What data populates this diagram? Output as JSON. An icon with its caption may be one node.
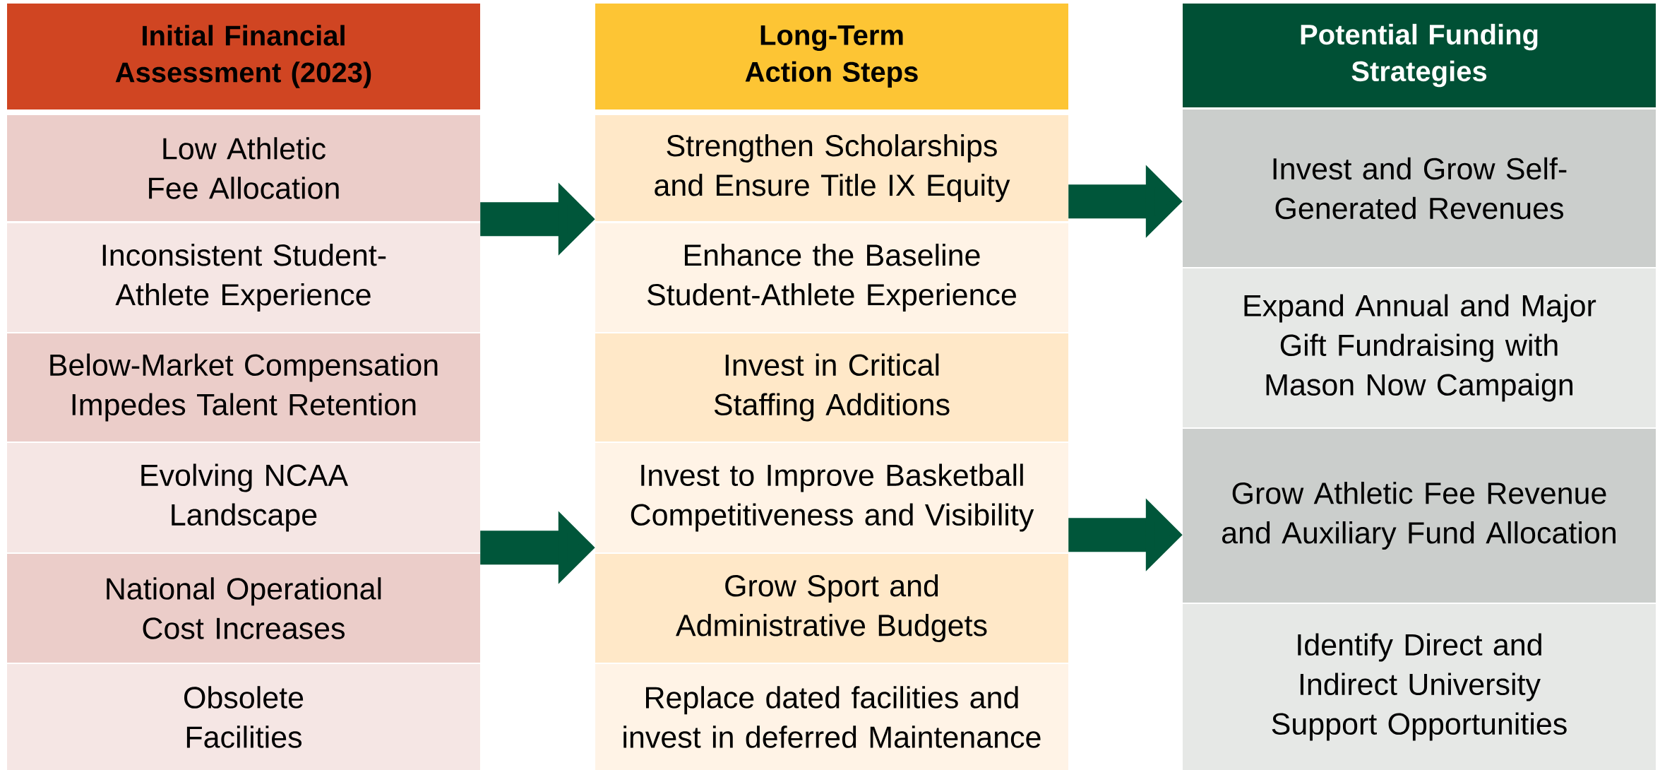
{
  "diagram": {
    "nodes": [
      {
        "text": [
          "Initial Financial Assessment (2023)"
        ]
      },
      {
        "text": [
          "Low Athletic Fee Allocation"
        ]
      },
      {
        "text": [
          "Inconsistent Student-Athlete Experience"
        ]
      },
      {
        "text": [
          "Below-Market Compensation Impedes Talent Retention"
        ]
      },
      {
        "text": [
          "Evolving NCAA Landscape"
        ]
      },
      {
        "text": [
          "National Operational Cost Increases"
        ]
      },
      {
        "text": [
          "Obsolete Facilities"
        ]
      },
      {
        "text": [
          "Long-Term Action Steps"
        ]
      },
      {
        "text": [
          "Strengthen Scholarships and Ensure Title IX Equity"
        ]
      },
      {
        "text": [
          "Enhance the Baseline Student-Athlete Experience"
        ]
      },
      {
        "text": [
          "Invest in Critical Staffing Additions"
        ]
      },
      {
        "text": [
          "Invest to Improve Basketball Competitiveness and Visibility"
        ]
      },
      {
        "text": [
          "Grow Sport and Administrative Budgets"
        ]
      },
      {
        "text": [
          "Replace dated facilities and invest in deferred Maintenance"
        ]
      },
      {
        "text": [
          "Potential Funding Strategies"
        ]
      },
      {
        "text": [
          "Invest and Grow Self-Generated Revenues"
        ]
      },
      {
        "text": [
          "Expand Annual and Major Gift Fundraising with Mason Now Campaign"
        ]
      },
      {
        "text": [
          "Grow Athletic Fee Revenue and Auxiliary Fund Allocation"
        ]
      },
      {
        "text": [
          "Identify Direct and Indirect University Support Opportunities"
        ]
      }
    ],
    "edges": [
      {
        "from": 1,
        "to": 8,
        "arrow": "to"
      },
      {
        "from": 4,
        "to": 11,
        "arrow": "to"
      },
      {
        "from": 8,
        "to": 15,
        "arrow": "to"
      },
      {
        "from": 11,
        "to": 17,
        "arrow": "to"
      }
    ]
  }
}
